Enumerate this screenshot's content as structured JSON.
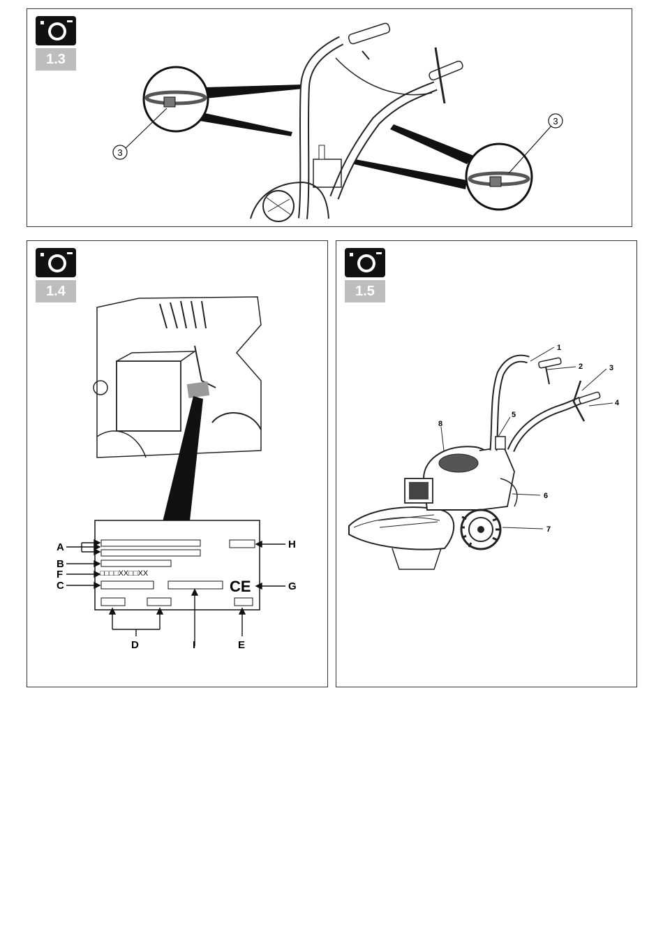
{
  "figures": [
    {
      "id": "fig-1-3",
      "number": "1.3",
      "icon": "camera-icon"
    },
    {
      "id": "fig-1-4",
      "number": "1.4",
      "icon": "camera-icon"
    },
    {
      "id": "fig-1-5",
      "number": "1.5",
      "icon": "camera-icon"
    }
  ],
  "fig13": {
    "callout_left": "3",
    "callout_right": "3"
  },
  "fig14": {
    "labels": {
      "A": "A",
      "B": "B",
      "F": "F",
      "C": "C",
      "D": "D",
      "I": "I",
      "E": "E",
      "H": "H",
      "G": "G"
    },
    "plate_code": "□□□□XX□□XX",
    "ce_mark": "CE"
  },
  "fig15": {
    "callouts": [
      "1",
      "2",
      "3",
      "4",
      "5",
      "6",
      "7",
      "8"
    ]
  }
}
